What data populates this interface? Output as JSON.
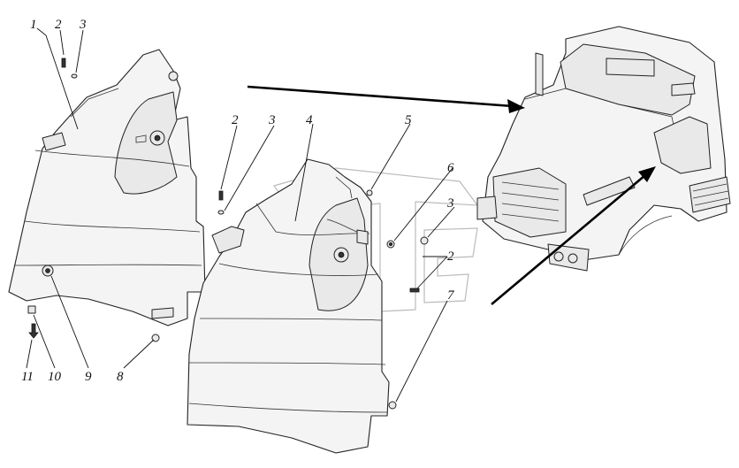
{
  "callouts": [
    {
      "id": "c1",
      "text": "1"
    },
    {
      "id": "c2a",
      "text": "2"
    },
    {
      "id": "c3a",
      "text": "3"
    },
    {
      "id": "c2b",
      "text": "2"
    },
    {
      "id": "c3b",
      "text": "3"
    },
    {
      "id": "c4",
      "text": "4"
    },
    {
      "id": "c5",
      "text": "5"
    },
    {
      "id": "c6",
      "text": "6"
    },
    {
      "id": "c3c",
      "text": "3"
    },
    {
      "id": "c2c",
      "text": "2"
    },
    {
      "id": "c7",
      "text": "7"
    },
    {
      "id": "c8",
      "text": "8"
    },
    {
      "id": "c9",
      "text": "9"
    },
    {
      "id": "c10",
      "text": "10"
    },
    {
      "id": "c11",
      "text": "11"
    }
  ],
  "colors": {
    "line": "#222222",
    "fill": "#f4f4f4",
    "watermark": "#bbbbbb"
  }
}
